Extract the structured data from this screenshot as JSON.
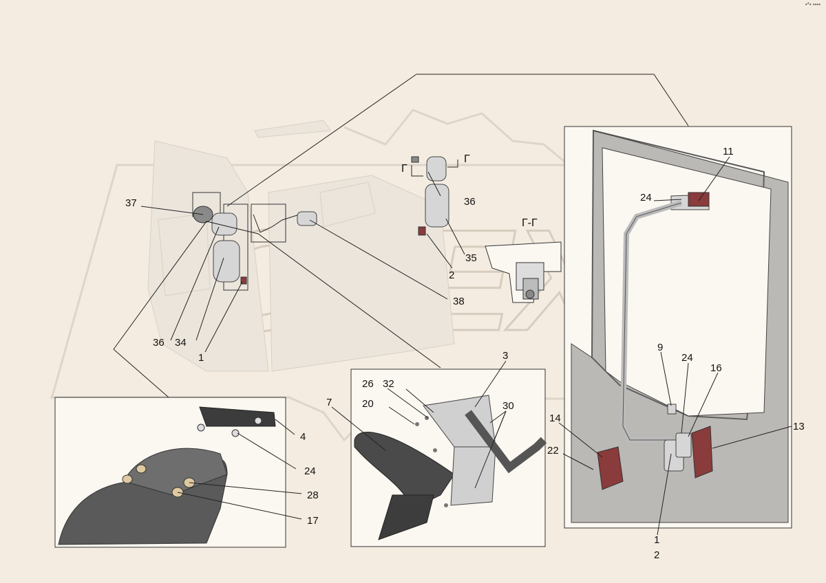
{
  "watermark_text": "OPEX",
  "corner_mark": "•*• ••••",
  "section_view": {
    "arrow_label": "Г",
    "title": "Г-Г"
  },
  "callouts": {
    "c37": "37",
    "c36a": "36",
    "c34": "34",
    "c1a": "1",
    "c36b": "36",
    "c35": "35",
    "c2a": "2",
    "c38": "38",
    "c4": "4",
    "c24a": "24",
    "c28": "28",
    "c17": "17",
    "c7": "7",
    "c3": "3",
    "c26": "26",
    "c32": "32",
    "c20": "20",
    "c30": "30",
    "c11": "11",
    "c24b": "24",
    "c9": "9",
    "c24c": "24",
    "c16": "16",
    "c14": "14",
    "c22": "22",
    "c13": "13",
    "c1b": "1",
    "c2b": "2"
  },
  "colors": {
    "background": "#f4ece0",
    "part_red": "#8a3b3b",
    "watermark": "#ddd5c8"
  }
}
